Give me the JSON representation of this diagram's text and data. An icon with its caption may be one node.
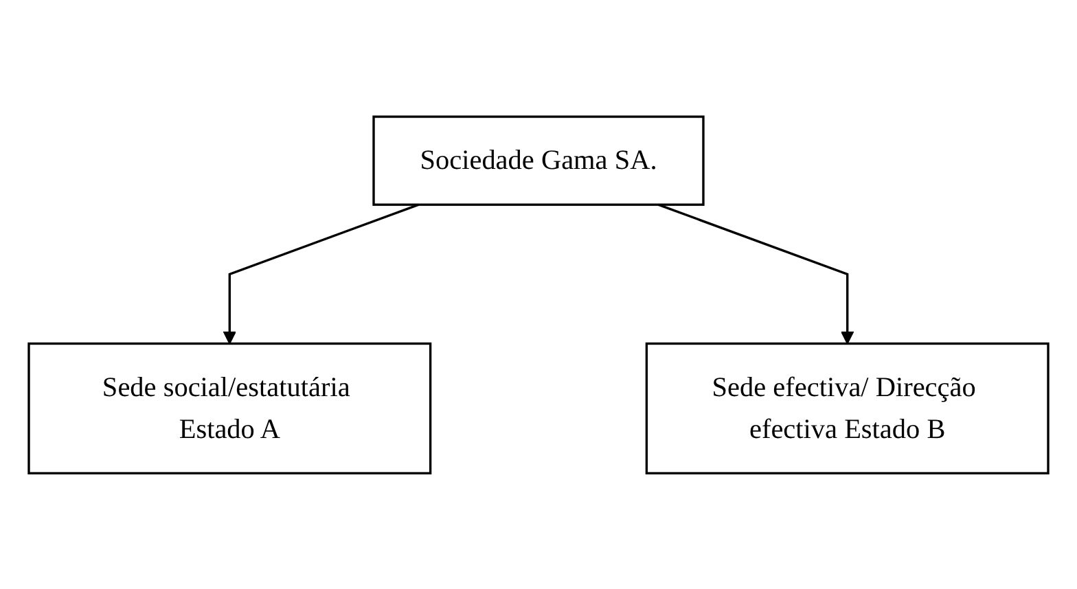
{
  "diagram": {
    "nodes": [
      {
        "text": [
          "Sociedade Gama SA."
        ]
      },
      {
        "text": [
          "Sede social/estatutária Estado A"
        ]
      },
      {
        "text": [
          "Sede efectiva/ Direcção efectiva Estado B"
        ]
      }
    ],
    "edges": [
      {
        "from": 0,
        "to": 1,
        "arrow": "to"
      },
      {
        "from": 0,
        "to": 2,
        "arrow": "to"
      }
    ]
  }
}
